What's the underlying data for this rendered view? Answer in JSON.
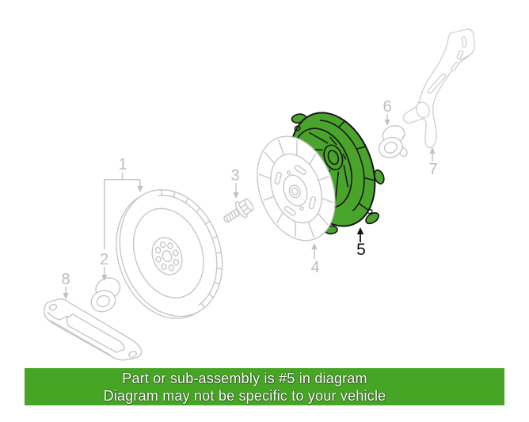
{
  "banner": {
    "line1": "Part or sub-assembly is #5 in diagram",
    "line2": "Diagram may not be specific to your vehicle",
    "background_color": "#47A525",
    "text_color": "#FFFFFF"
  },
  "diagram": {
    "highlighted_part": "5",
    "highlight_color": "#4AA32B",
    "outline_color": "#141414",
    "line_color": "#C7C7C7",
    "label_color": "#BDBDBD",
    "highlight_label_color": "#111111",
    "labels": {
      "1": "1",
      "2": "2",
      "3": "3",
      "4": "4",
      "5": "5",
      "6": "6",
      "7": "7",
      "8": "8"
    }
  }
}
